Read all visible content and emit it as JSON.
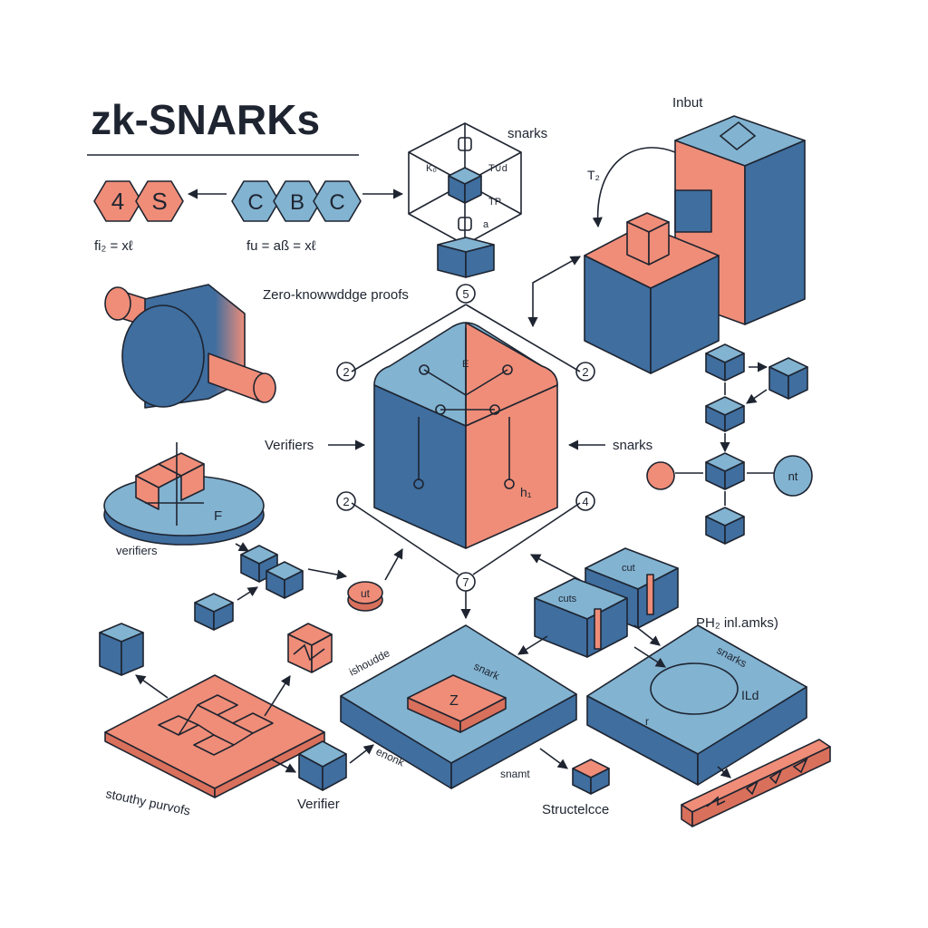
{
  "title": "zk-SNARKs",
  "colors": {
    "coral": "#ef8d78",
    "blue": "#3f6e9f",
    "light_blue": "#82b3d1",
    "ink": "#1e2430",
    "background": "#ffffff"
  },
  "hexagons": {
    "left": [
      "4",
      "S"
    ],
    "middle": [
      "C",
      "B",
      "C"
    ],
    "left_formula": "fi₂ = xℓ",
    "middle_formula": "fu = aß = xℓ"
  },
  "top_module": {
    "label": "snarks",
    "cells": [
      "K₀",
      "T∪d",
      "TP",
      "a"
    ]
  },
  "labels": {
    "input": "Inbut",
    "input_arrow": "T₂",
    "zero_knowledge": "Zero-knowwddge proofs",
    "verifiers_left": "Verifiers",
    "snarks_right": "snarks",
    "verifiers_disc": "verifiers",
    "disc_tag": "F",
    "coral_token": "ut",
    "right_token": "nt",
    "cube_tag": "h₁",
    "cube_mark": "E",
    "phi_label": "PH₂ inl.amks)",
    "coupled_text_1": "cut",
    "coupled_text_2": "cuts",
    "bottom_left_caption": "stouthy purvofs",
    "verifier_bottom": "Verifier",
    "center_top_label": "ishoudde",
    "center_platform_label": "snark",
    "center_tile": "Z",
    "center_bottom_1": "enonk",
    "center_bottom_2": "snamt",
    "structure": "Structelcce",
    "right_platform_label": "snarks",
    "right_platform_text": "ILd",
    "right_platform_sub": "r"
  },
  "nodes": [
    "5",
    "2",
    "2",
    "2",
    "4",
    "7"
  ]
}
